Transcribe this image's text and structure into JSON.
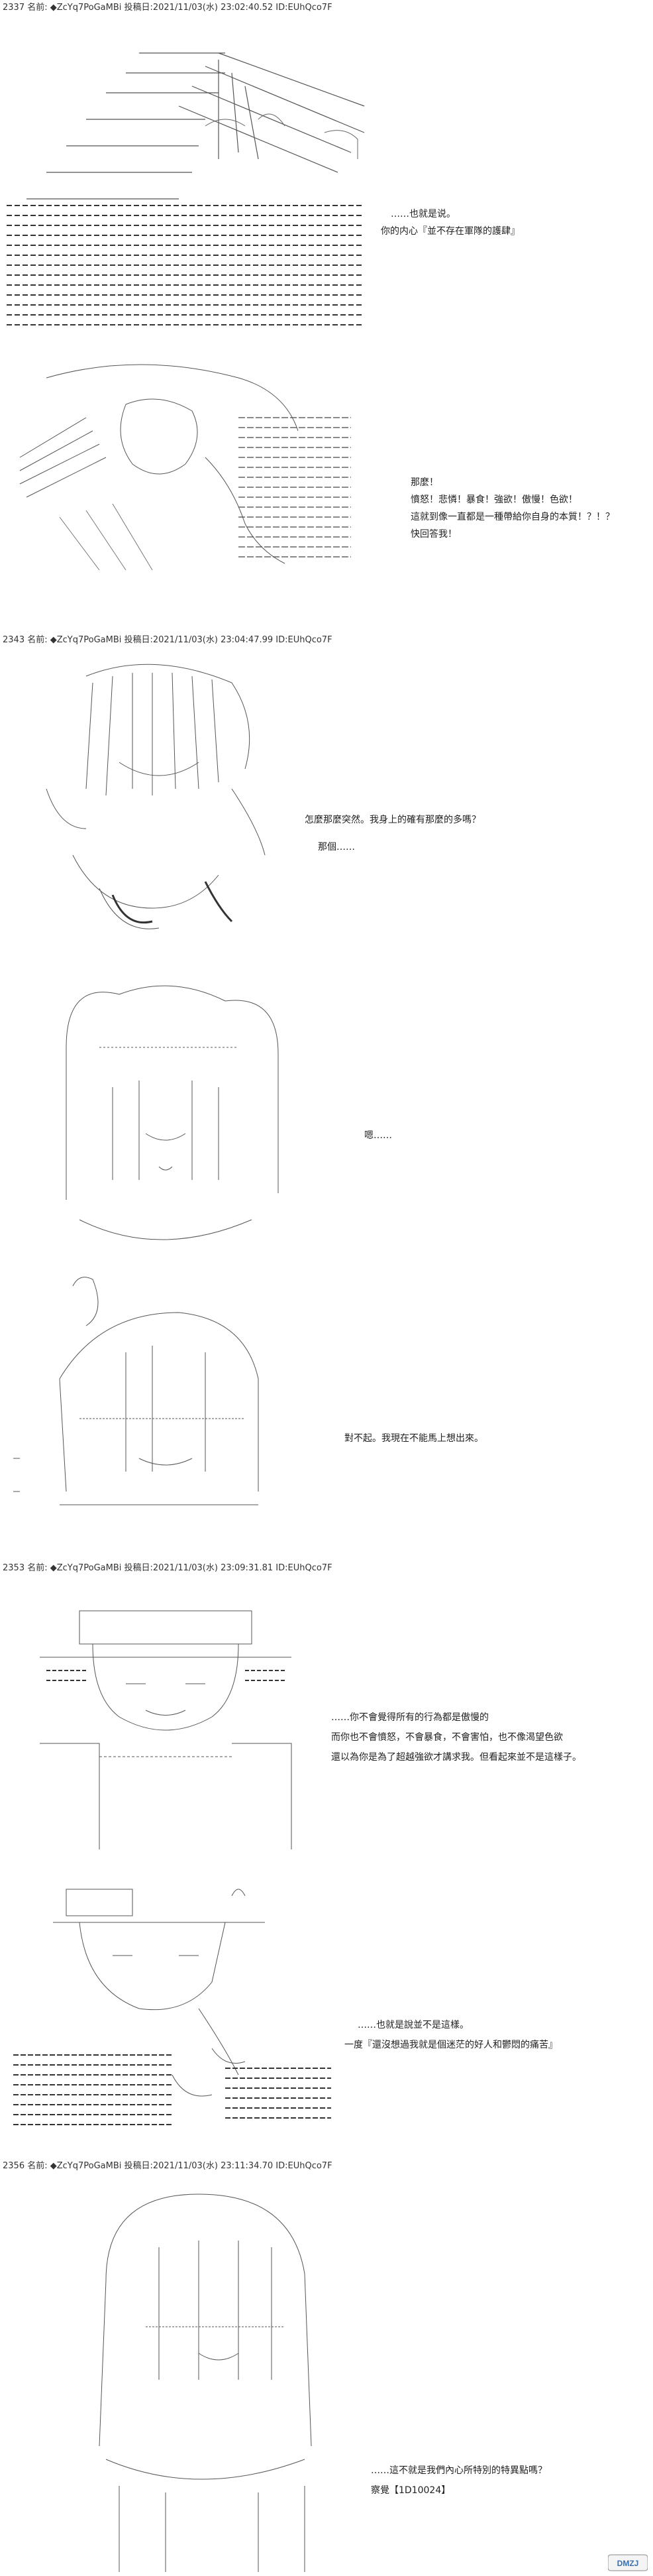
{
  "posts": [
    {
      "header": "2337 名前: ◆ZcYq7PoGaMBi 投稿日:2021/11/03(水) 23:02:40.52 ID:EUhQco7F",
      "lines": [
        "……也就是说。",
        "你的内心『並不存在軍隊的護肆』"
      ]
    },
    {
      "lines": [
        "那麼！",
        "憤怒！悲憐！暴食！強欲！傲慢！色欲！",
        "這就到像一直都是一種帶給你自身的本質！？！？",
        "快回答我！"
      ]
    },
    {
      "header": "2343 名前: ◆ZcYq7PoGaMBi 投稿日:2021/11/03(水) 23:04:47.99 ID:EUhQco7F",
      "lines": [
        "怎麼那麼突然。我身上的確有那麼的多嗎？",
        "那個……"
      ]
    },
    {
      "lines": [
        "嗯……"
      ]
    },
    {
      "lines": [
        "對不起。我現在不能馬上想出來。"
      ]
    },
    {
      "header": "2353 名前: ◆ZcYq7PoGaMBi 投稿日:2021/11/03(水) 23:09:31.81 ID:EUhQco7F",
      "lines": [
        "……你不會覺得所有的行為都是傲慢的",
        "而你也不會憤怒，不會暴食，不會害怕，也不像渴望色欲",
        "還以為你是為了超越強欲才講求我。但看起來並不是這樣子。"
      ]
    },
    {
      "lines": [
        "……也就是說並不是這樣。",
        "一度『還沒想過我就是個迷茫的好人和鬱悶的痛苦』"
      ]
    },
    {
      "header": "2356 名前: ◆ZcYq7PoGaMBi 投稿日:2021/11/03(水) 23:11:34.70 ID:EUhQco7F",
      "lines": [
        "……這不就是我們內心所特別的特異點嗎？",
        "察覺【1D10024】"
      ]
    }
  ],
  "watermark": "DMZJ"
}
